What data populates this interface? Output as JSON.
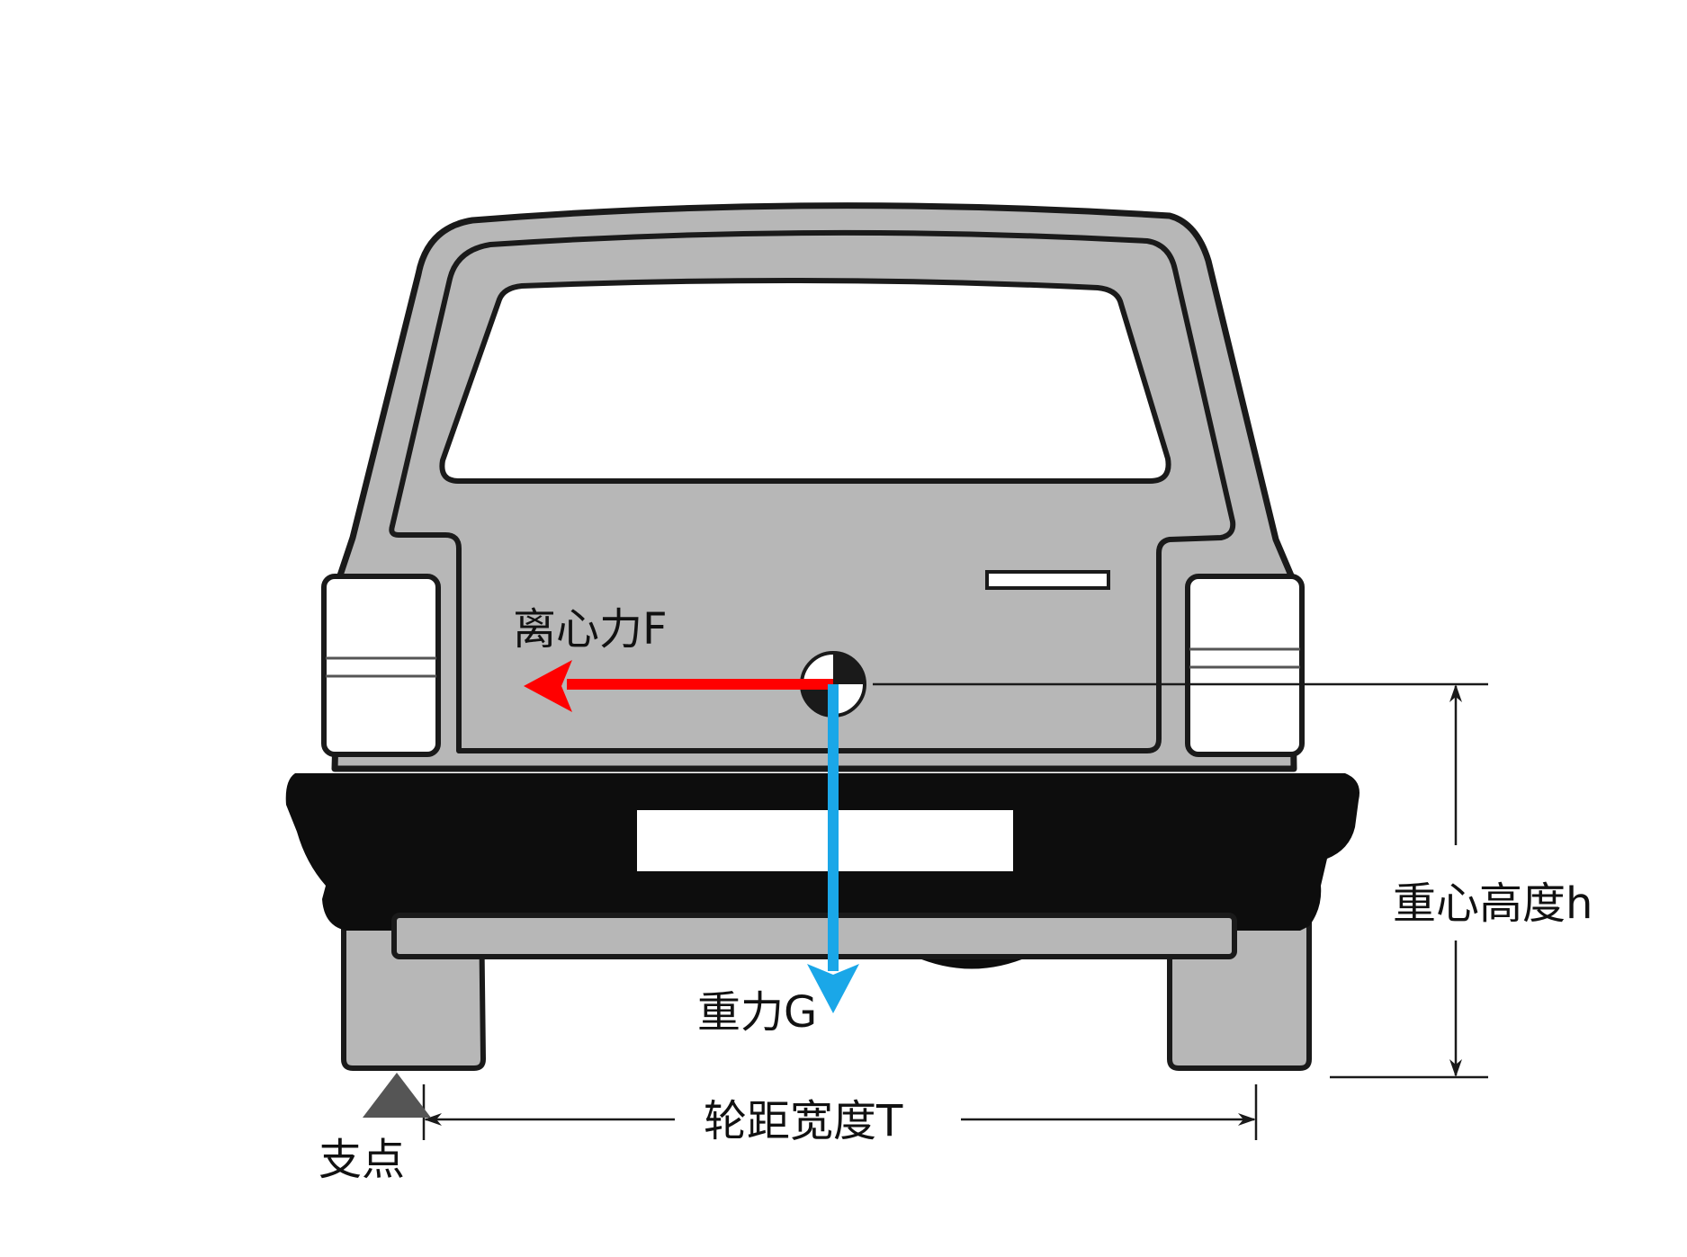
{
  "labels": {
    "centrifugal_force": "离心力F",
    "gravity": "重力G",
    "cg_height": "重心高度h",
    "track_width": "轮距宽度T",
    "pivot": "支点"
  },
  "colors": {
    "centrifugal_arrow": "#ff0000",
    "gravity_arrow": "#1aa7e8",
    "body_fill": "#b7b7b7",
    "outline": "#1a1a1a",
    "bumper": "#0d0d0d",
    "pivot": "#555555",
    "window": "#ffffff"
  }
}
